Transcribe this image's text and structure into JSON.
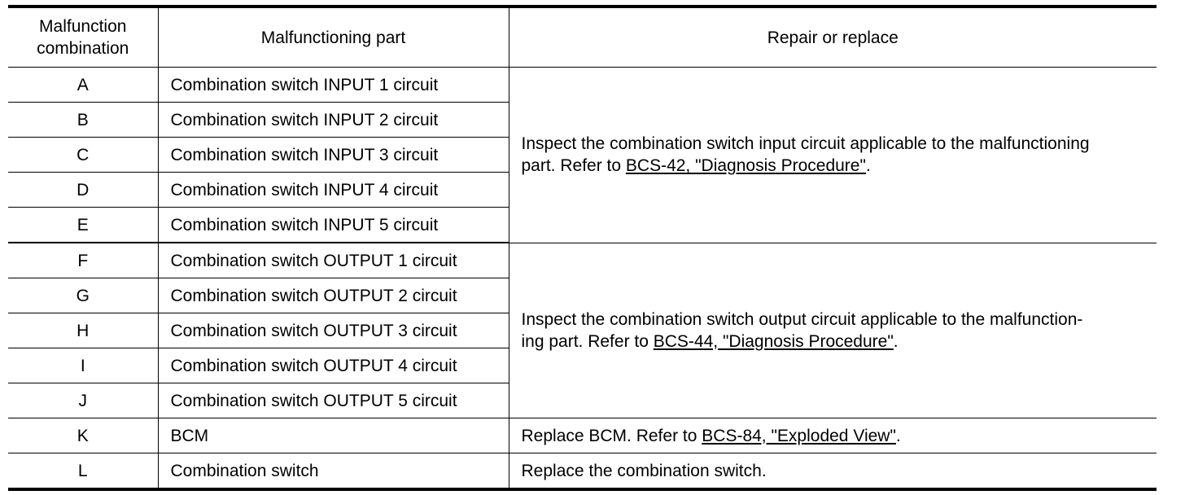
{
  "header": {
    "col1_line1": "Malfunction",
    "col1_line2": "combination",
    "col2": "Malfunctioning part",
    "col3": "Repair or replace"
  },
  "rows": [
    {
      "code": "A",
      "part": "Combination switch INPUT 1 circuit"
    },
    {
      "code": "B",
      "part": "Combination switch INPUT 2 circuit"
    },
    {
      "code": "C",
      "part": "Combination switch INPUT 3 circuit"
    },
    {
      "code": "D",
      "part": "Combination switch INPUT 4 circuit"
    },
    {
      "code": "E",
      "part": "Combination switch INPUT 5 circuit"
    },
    {
      "code": "F",
      "part": "Combination switch OUTPUT 1 circuit"
    },
    {
      "code": "G",
      "part": "Combination switch OUTPUT 2 circuit"
    },
    {
      "code": "H",
      "part": "Combination switch OUTPUT 3 circuit"
    },
    {
      "code": "I",
      "part": "Combination switch OUTPUT 4 circuit"
    },
    {
      "code": "J",
      "part": "Combination switch OUTPUT 5 circuit"
    },
    {
      "code": "K",
      "part": "BCM"
    },
    {
      "code": "L",
      "part": "Combination switch"
    }
  ],
  "remedies": {
    "input": {
      "line1": "Inspect the combination switch input circuit applicable to the malfunctioning",
      "line2_prefix": "part. Refer to ",
      "link": "BCS-42, \"Diagnosis Procedure\"",
      "suffix": "."
    },
    "output": {
      "line1": "Inspect the combination switch output circuit applicable to the malfunction-",
      "line2_prefix": "ing part. Refer to ",
      "link": "BCS-44, \"Diagnosis Procedure\"",
      "suffix": "."
    },
    "bcm": {
      "prefix": "Replace BCM. Refer to ",
      "link": "BCS-84, \"Exploded View\"",
      "suffix": "."
    },
    "switch": {
      "text": "Replace the combination switch."
    }
  }
}
